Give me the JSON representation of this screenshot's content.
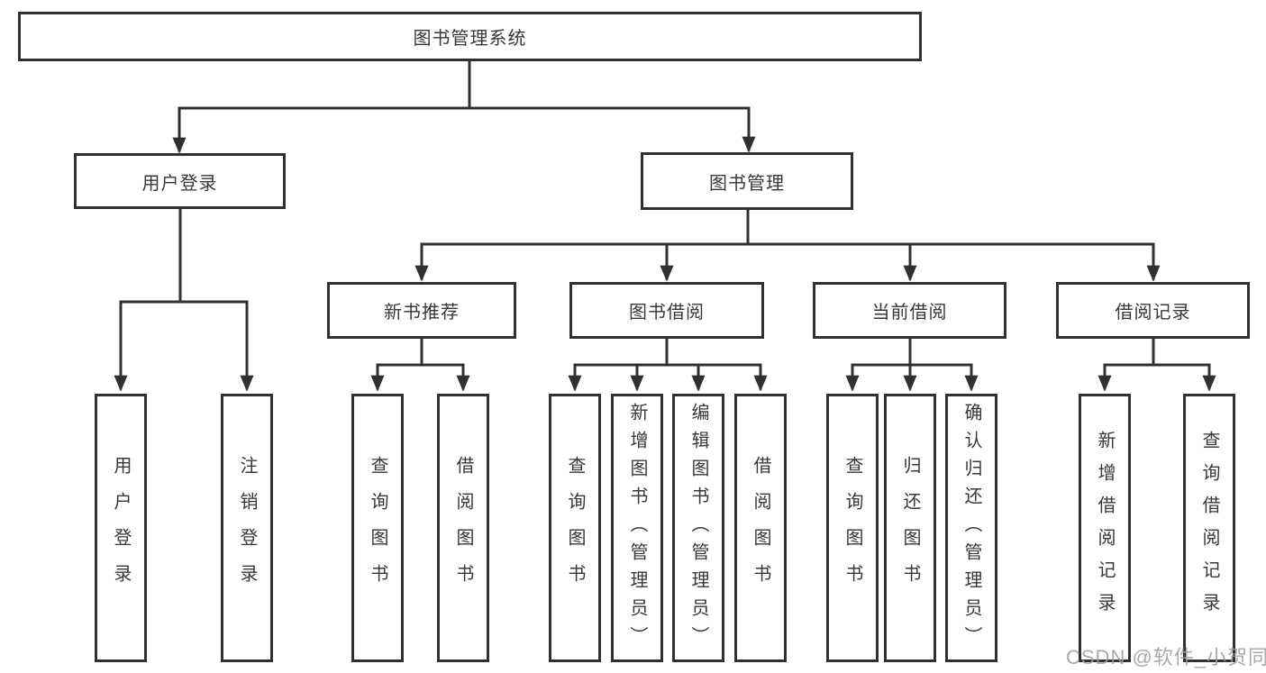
{
  "colors": {
    "line": "#303030",
    "text": "#383838",
    "watermark": "#9e9e9e",
    "background": "#ffffff"
  },
  "watermark": "CSDN @软件_小贺同学",
  "tree": {
    "label": "图书管理系统",
    "children": [
      {
        "label": "用户登录",
        "children": [
          {
            "label": "用户登录"
          },
          {
            "label": "注销登录"
          }
        ]
      },
      {
        "label": "图书管理",
        "children": [
          {
            "label": "新书推荐",
            "children": [
              {
                "label": "查询图书"
              },
              {
                "label": "借阅图书"
              }
            ]
          },
          {
            "label": "图书借阅",
            "children": [
              {
                "label": "查询图书"
              },
              {
                "label": "新增图书（管理员）"
              },
              {
                "label": "编辑图书（管理员）"
              },
              {
                "label": "借阅图书"
              }
            ]
          },
          {
            "label": "当前借阅",
            "children": [
              {
                "label": "查询图书"
              },
              {
                "label": "归还图书"
              },
              {
                "label": "确认归还（管理员）"
              }
            ]
          },
          {
            "label": "借阅记录",
            "children": [
              {
                "label": "新增借阅记录"
              },
              {
                "label": "查询借阅记录"
              }
            ]
          }
        ]
      }
    ]
  }
}
